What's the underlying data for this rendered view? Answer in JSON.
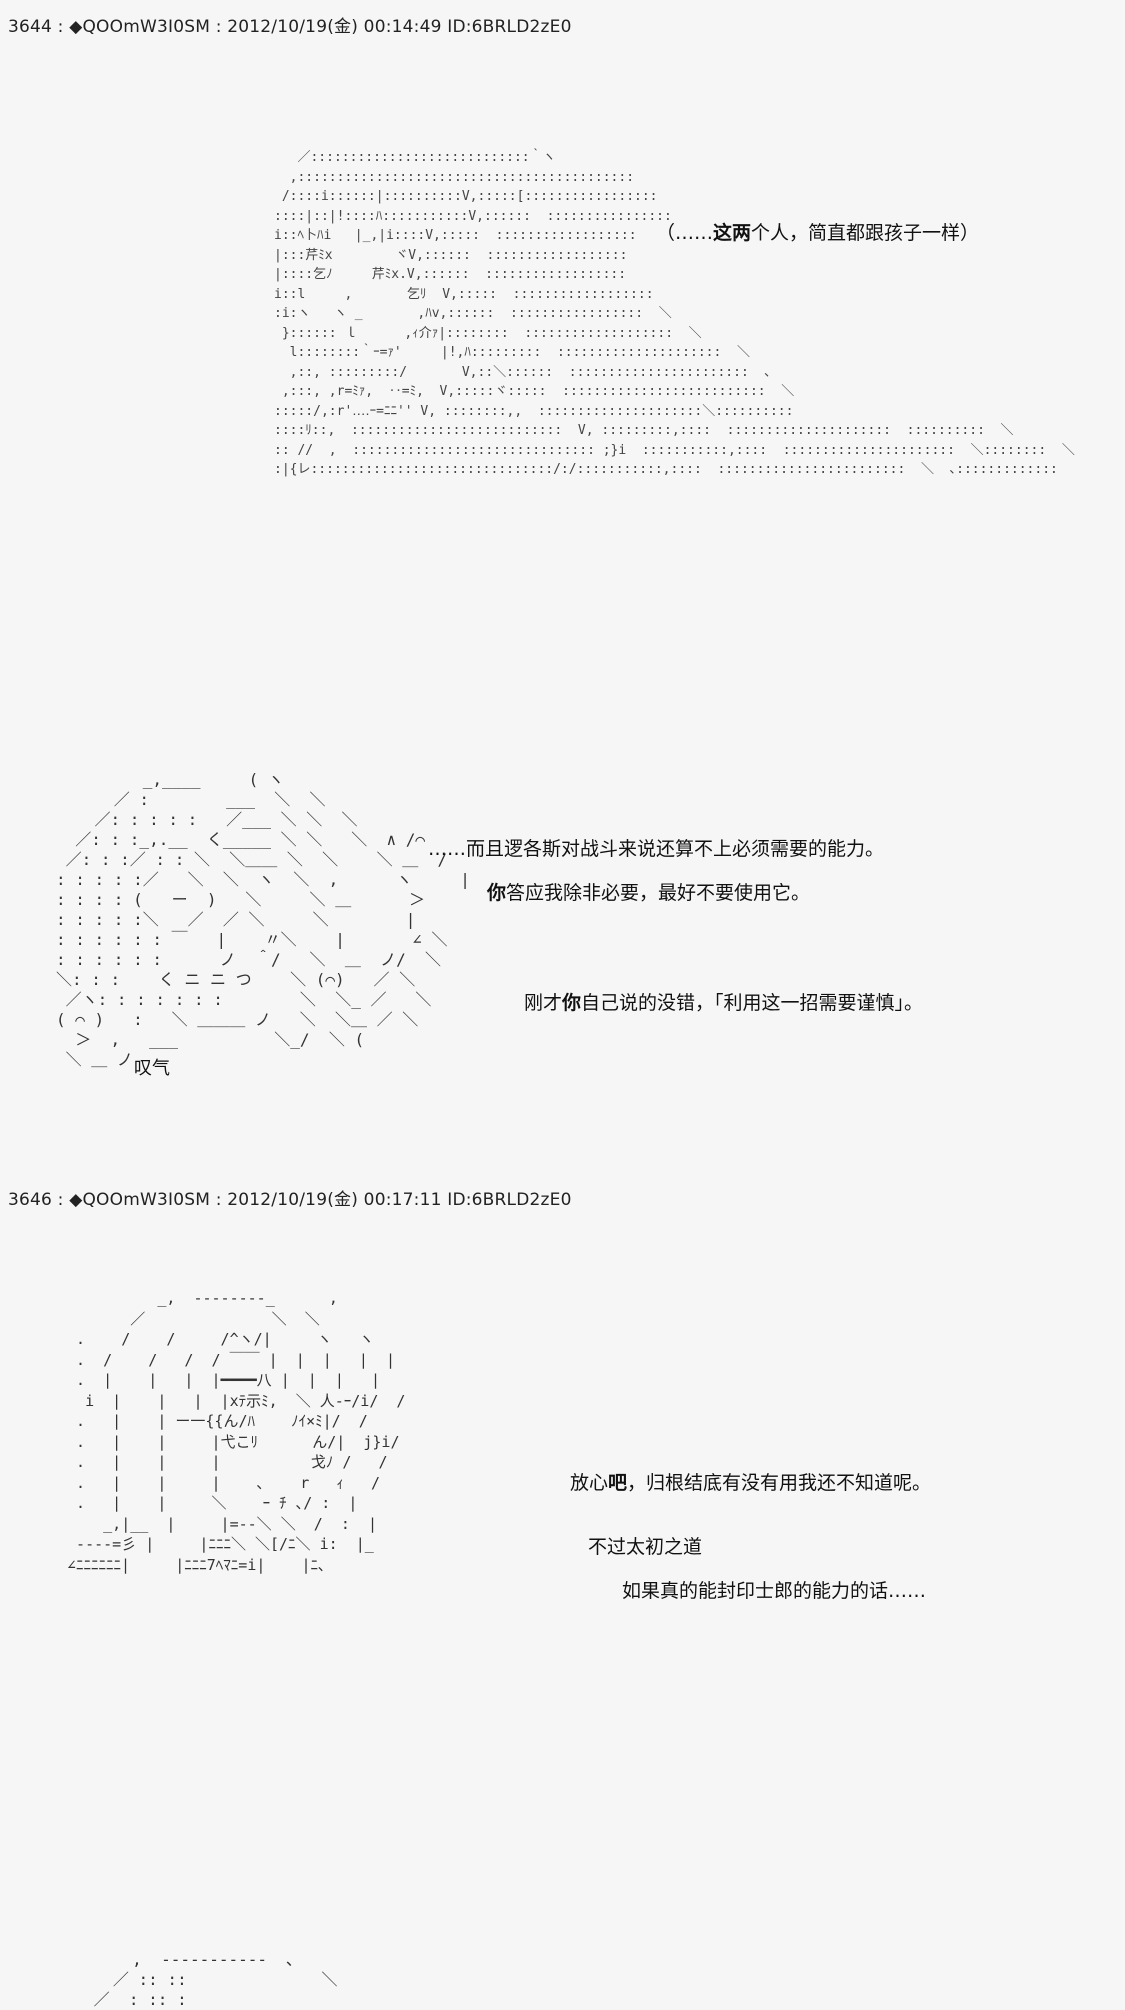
{
  "posts": [
    {
      "header": "3644 : ◆QOOmW3I0SM : 2012/10/19(金) 00:14:49 ID:6BRLD2zE0",
      "lines": [
        {
          "pre": "（……",
          "bold": "这两",
          "post": "个人，简直都跟孩子一样）"
        },
        {
          "pre": "……而且逻各斯对战斗来说还算不上必须需要的能力。",
          "bold": "",
          "post": ""
        },
        {
          "pre": "",
          "bold": "你",
          "post": "答应我除非必要，最好不要使用它。"
        },
        {
          "pre": "刚才",
          "bold": "你",
          "post": "自己说的没错，「利用这一招需要谨慎」。"
        }
      ],
      "sigh": "叹气"
    },
    {
      "header": "3646 : ◆QOOmW3I0SM : 2012/10/19(金) 00:17:11 ID:6BRLD2zE0",
      "lines": [
        {
          "pre": "放心",
          "bold": "吧",
          "post": "，归根结底有没有用我还不知道呢。"
        },
        {
          "pre": "不过太初之道",
          "bold": "",
          "post": ""
        },
        {
          "pre": "如果真的能封印士郎的能力的话……",
          "bold": "",
          "post": ""
        }
      ]
    }
  ],
  "art": {
    "hair": "   ／::::::::::::::::::::::::::::｀ヽ\n  ,:::::::::::::::::::::::::::::::::::::::::::\n /::::i::::::|::::::::::V,:::::[:::::::::::::::::\n::::|::|!::::ﾊ:::::::::::V,::::::  ::::::::::::::::\ni::ﾍ卜ﾊi   |_,|i::::V,:::::  ::::::::::::::::::\n|:::芹ﾐx        ヾV,::::::  ::::::::::::::::::\n|::::乞ﾉ     芹ﾐx.V,::::::  ::::::::::::::::::\ni::l     ,       乞ﾘ  V,:::::  ::::::::::::::::::\n:i:ヽ   ヽ _       ,ﾊv,::::::  :::::::::::::::::  ＼\n }:::::: ｌ      ,ｨ介ｧ|::::::::  :::::::::::::::::::  ＼\n  l::::::::｀ｰ=ｧ'     |!,ﾊ:::::::::  :::::::::::::::::::::  ＼\n  ,::, :::::::::/       V,::＼::::::  :::::::::::::::::::::::  ､\n ,:::, ,r=ﾐｧ,  ‥=ﾐ,  V,:::::ヾ:::::  ::::::::::::::::::::::::::  ＼\n:::::/,:r'‥‥ｰ=ﾆﾆ'' V, ::::::::,,  :::::::::::::::::::::＼::::::::::\n::::ﾘ::,  :::::::::::::::::::::::::::  V, :::::::::,::::  :::::::::::::::::::::  ::::::::::  ＼\n:: //  ,  ::::::::::::::::::::::::::::::: ;}i  :::::::::::,::::  ::::::::::::::::::::::  ＼::::::::  ＼\n:|{レ:::::::::::::::::::::::::::::::/:/:::::::::::,::::  ::::::::::::::::::::::::  ＼  ､:::::::::::::",
    "face": "         _,____     ( ヽ\n      ／ :        ___  ＼  ＼\n    ／: : : : :   ／___ ＼ ＼  ＼\n  ／: : :_,.__  く_____ ＼ ＼   ＼  ∧ /⌒\n ／: : :／ : : ＼  ＼＿＿ ＼  ＼    ＼ ＿  /\n: : : : :／   ＼  ＼  ヽ  ＼  ,      ヽ     |\n: : : : (   ー  )   ＼     ＼ ＿      ＞\n: : : : :＼   ／  ／ ＼     ＼        |\n: : : : : : ￣   |    〃＼    |       ∠ ＼\n: : : : : :      ノ  ＾/   ＼  ＿  ノ/  ＼\n＼: : :    く ニ ニ つ    ＼ (⌒)   ／ ＼\n ／ヽ: : : : : : :        ＼  ＼_ ／   ＼\n( ⌒ )   :   ＼ ＿＿＿ ノ   ＼  ＼＿ ／ ＼\n  ＞  ,   ___          ＼_/  ＼ (\n ＼ ＿ ノ",
    "girl": "           _,  ‐‐‐‐‐‐‐‐_      ,\n        ／              ＼  ＼\n  .    /    /     /^ヽ/|     ヽ   ヽ\n  .  /    /   /  / ￣￣ |  |  |   |  |\n  .  |    |   |  |━━━━八 |  |  |   |\n   i  |    |   |  |xﾃ示ﾐ,  ＼ 人‐ｰ/i/  /\n  .   |    | ー一{{ん/ﾊ    ﾉｲ×ﾐ|/  /\n  .   |    |     |弋こﾘ      ん/|  j}i/\n  .   |    |     |          戈ﾉ /   /\n  .   |    |     |    ､    r   ｨ   /\n  .   |    |     ＼    ｰ ﾁ ､/ :  |\n     _,|__  |     |=‐‐＼ ＼  /  :  |\n  ‐‐‐‐=彡 |     |ﾆﾆﾆ＼ ＼[/ﾆ＼ i:  |_\n ∠ﾆﾆﾆﾆﾆﾆ|     |ﾆﾆﾆ7ﾍﾏﾆ=i|    |ﾆ､",
    "bottom": "     ,  ‐‐‐‐‐‐‐‐‐‐‐  ､\n   ／ :: ::              ＼\n ／  : :: :"
  }
}
